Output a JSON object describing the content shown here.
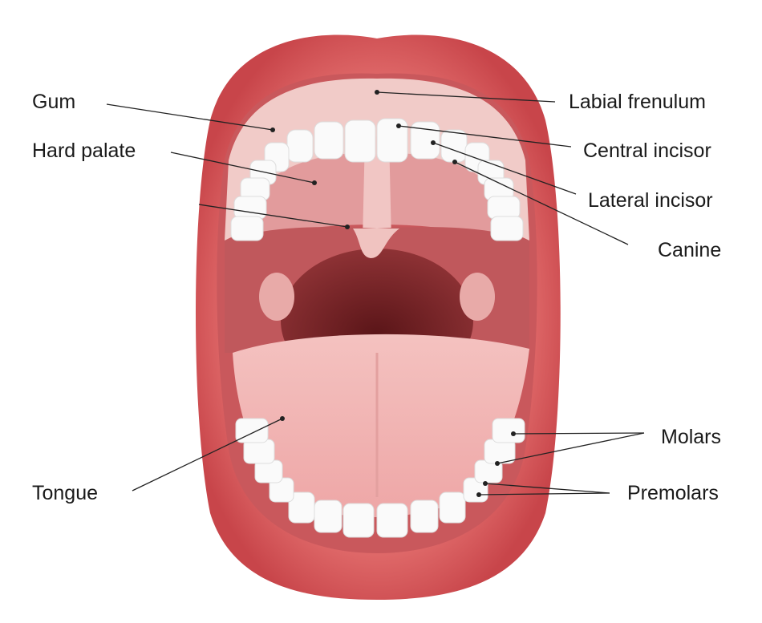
{
  "labels": {
    "gum": "Gum",
    "hard_palate": "Hard palate",
    "tongue": "Tongue",
    "labial_frenulum": "Labial frenulum",
    "central_incisor": "Central incisor",
    "lateral_incisor": "Lateral incisor",
    "canine": "Canine",
    "molars": "Molars",
    "premolars": "Premolars"
  },
  "colors": {
    "lip": "#d9585a",
    "lip_dark": "#c33d42",
    "gum": "#f2c9c6",
    "palate": "#e39a9a",
    "throat": "#7a2426",
    "tongue": "#f3b9b7",
    "tooth": "#fafafa"
  }
}
